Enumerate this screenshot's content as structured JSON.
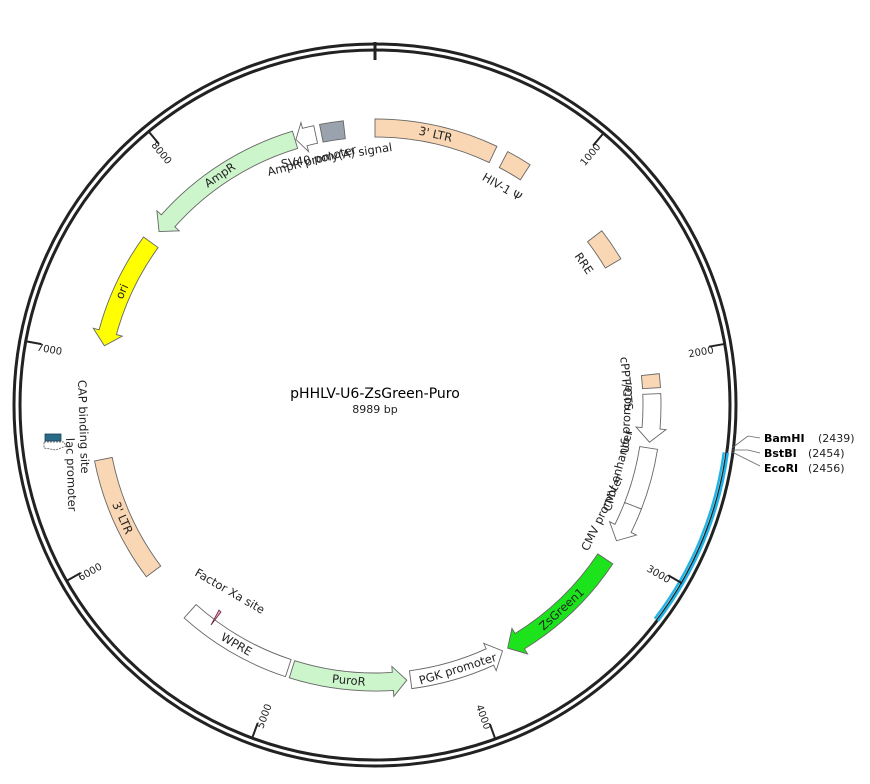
{
  "plasmid": {
    "name": "pHHLV-U6-ZsGreen-Puro",
    "size_label": "8989 bp",
    "length": 8989
  },
  "ticks": [
    {
      "pos": 1000,
      "label": "1000"
    },
    {
      "pos": 2000,
      "label": "2000"
    },
    {
      "pos": 3000,
      "label": "3000"
    },
    {
      "pos": 4000,
      "label": "4000"
    },
    {
      "pos": 5000,
      "label": "5000"
    },
    {
      "pos": 6000,
      "label": "6000"
    },
    {
      "pos": 7000,
      "label": "7000"
    },
    {
      "pos": 8000,
      "label": "8000"
    }
  ],
  "features": [
    {
      "id": "3-ltr-top",
      "label": "3' LTR",
      "start": 0,
      "end": 630,
      "track": "band",
      "dir": "none",
      "color": "#f9d6b4",
      "label_pos": "inside"
    },
    {
      "id": "hiv-psi",
      "label": "HIV-1 Ψ",
      "start": 690,
      "end": 820,
      "track": "band",
      "dir": "none",
      "color": "#f9d6b4",
      "label_pos": "inside"
    },
    {
      "id": "rre",
      "label": "RRE",
      "start": 1310,
      "end": 1480,
      "track": "band",
      "dir": "none",
      "color": "#f9d6b4",
      "label_pos": "inside"
    },
    {
      "id": "cppt-cts",
      "label": "cPPT/CTS",
      "start": 2090,
      "end": 2160,
      "track": "band",
      "dir": "none",
      "color": "#f9d6b4",
      "label_pos": "inside"
    },
    {
      "id": "u6-promoter",
      "label": "U6 promoter",
      "start": 2190,
      "end": 2440,
      "track": "band",
      "dir": "cw",
      "color": "#ffffff",
      "label_pos": "inside"
    },
    {
      "id": "cmv-enhancer",
      "label": "CMV enhancer",
      "start": 2470,
      "end": 2780,
      "track": "band",
      "dir": "none",
      "color": "#ffffff",
      "label_pos": "inside"
    },
    {
      "id": "cmv-promoter",
      "label": "CMV promoter",
      "start": 2780,
      "end": 2980,
      "track": "band",
      "dir": "cw",
      "color": "#ffffff",
      "label_pos": "inside"
    },
    {
      "id": "zsgreen1",
      "label": "ZsGreen1",
      "start": 3090,
      "end": 3780,
      "track": "band",
      "dir": "cw",
      "color": "#1de31d",
      "label_pos": "inside"
    },
    {
      "id": "pgk-promoter",
      "label": "PGK promoter",
      "start": 3810,
      "end": 4310,
      "track": "band",
      "dir": "ccw",
      "color": "#ffffff",
      "label_pos": "inside"
    },
    {
      "id": "puror",
      "label": "PuroR",
      "start": 4330,
      "end": 4930,
      "track": "band",
      "dir": "ccw",
      "color": "#ccf5cc",
      "label_pos": "inside"
    },
    {
      "id": "wpre",
      "label": "WPRE",
      "start": 4950,
      "end": 5540,
      "track": "band",
      "dir": "none",
      "color": "#ffffff",
      "label_pos": "inside"
    },
    {
      "id": "3-ltr-bottom",
      "label": "3' LTR",
      "start": 5820,
      "end": 6460,
      "track": "band",
      "dir": "none",
      "color": "#f9d6b4",
      "label_pos": "inside"
    },
    {
      "id": "ori",
      "label": "ori",
      "start": 7050,
      "end": 7640,
      "track": "band",
      "dir": "ccw",
      "color": "#ffff00",
      "label_pos": "inside"
    },
    {
      "id": "ampr",
      "label": "AmpR",
      "start": 7710,
      "end": 8570,
      "track": "band",
      "dir": "ccw",
      "color": "#ccf5cc",
      "label_pos": "inside"
    },
    {
      "id": "ampr-promoter",
      "label": "AmpR promoter",
      "start": 8575,
      "end": 8680,
      "track": "band",
      "dir": "ccw",
      "color": "#ffffff",
      "label_pos": "inside"
    },
    {
      "id": "sv40-polya",
      "label": "SV40 poly(A) signal",
      "start": 8710,
      "end": 8830,
      "track": "band",
      "dir": "none",
      "color": "#9aa3ad",
      "label_pos": "inside"
    }
  ],
  "small_features": [
    {
      "id": "factor-xa-site",
      "label": "Factor Xa site"
    },
    {
      "id": "cap-binding-site",
      "label": "CAP binding site"
    },
    {
      "id": "lac-promoter",
      "label": "lac promoter"
    }
  ],
  "highlight": {
    "start": 2440,
    "end": 3180,
    "color": "#1eb4e8"
  },
  "sites": [
    {
      "name": "BamHI",
      "pos_label": "(2439)"
    },
    {
      "name": "BstBI",
      "pos_label": "(2454)"
    },
    {
      "name": "EcoRI",
      "pos_label": "(2456)"
    }
  ]
}
